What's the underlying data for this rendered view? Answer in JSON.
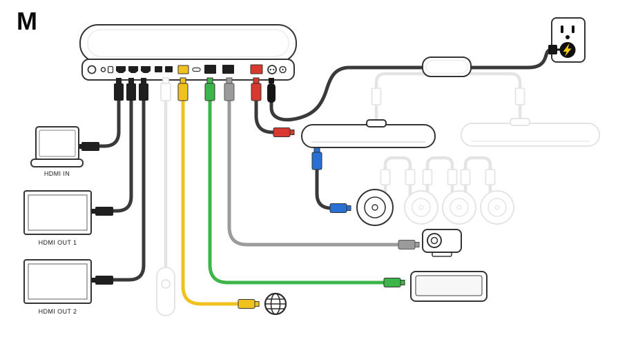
{
  "page": {
    "marker": "M"
  },
  "labels": {
    "hdmi_in": "HDMI IN",
    "hdmi_out_1": "HDMI OUT 1",
    "hdmi_out_2": "HDMI OUT 2"
  },
  "colors": {
    "cable_black": "#3a3a3a",
    "connector_black": "#1f1f1f",
    "ethernet_yellow": "#f0c220",
    "controller_green": "#3cb549",
    "camera_gray": "#9b9b9b",
    "link_red": "#d8392f",
    "mic_blue": "#2a6fd4",
    "faded": "#e4e4e4",
    "power_bolt": "#f6c90e"
  }
}
